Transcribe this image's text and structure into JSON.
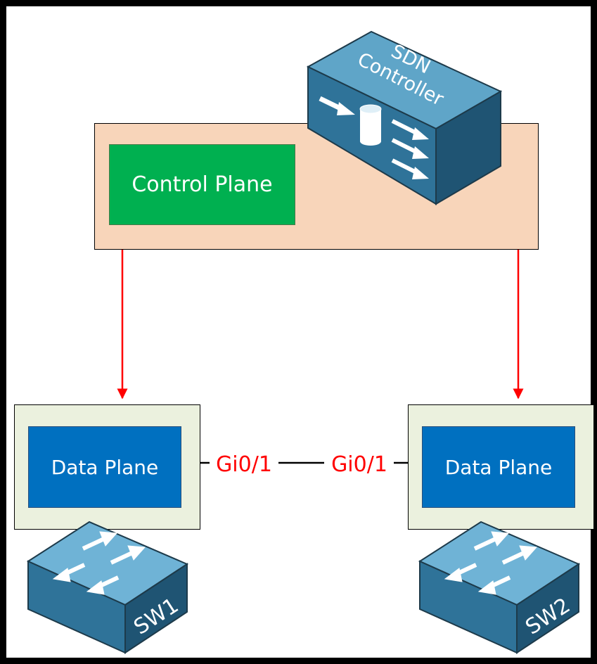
{
  "diagram": {
    "controller": {
      "label_line1": "SDN",
      "label_line2": "Controller",
      "icon": "sdn-controller-icon"
    },
    "control_plane": {
      "label": "Control Plane"
    },
    "switches": [
      {
        "name": "SW1",
        "plane_label": "Data Plane",
        "icon": "switch-icon"
      },
      {
        "name": "SW2",
        "plane_label": "Data Plane",
        "icon": "switch-icon"
      }
    ],
    "link": {
      "left_port": "Gi0/1",
      "right_port": "Gi0/1"
    },
    "colors": {
      "control_region": "#f8d5ba",
      "control_plane": "#00b050",
      "data_plane": "#0070c0",
      "switch_tray": "#ebf1de",
      "arrow": "#ff0000",
      "port_text": "#ff0000",
      "device_blue": "#3e82a6"
    }
  }
}
